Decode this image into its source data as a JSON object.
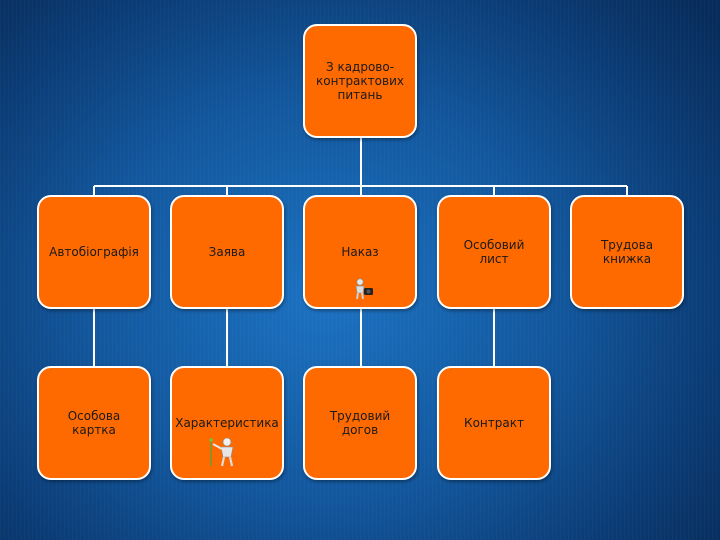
{
  "diagram": {
    "root": {
      "label": "З кадрово-\nконтрактових\nпитань"
    },
    "row1": [
      {
        "label": "Автобіографія"
      },
      {
        "label": "Заява"
      },
      {
        "label": "Наказ"
      },
      {
        "label": "Особовий\nлист"
      },
      {
        "label": "Трудова\nкнижка"
      }
    ],
    "row2": [
      {
        "label": "Особова\nкартка"
      },
      {
        "label": "Характеристика"
      },
      {
        "label": "Трудовий\nдогов"
      },
      {
        "label": "Контракт"
      }
    ]
  },
  "colors": {
    "box_fill": "#ff6a00",
    "box_border": "#ffffff",
    "connector": "#ffffff",
    "background": "#13589f"
  },
  "icons": [
    "figure-with-camera-icon",
    "figure-with-pointer-icon"
  ]
}
